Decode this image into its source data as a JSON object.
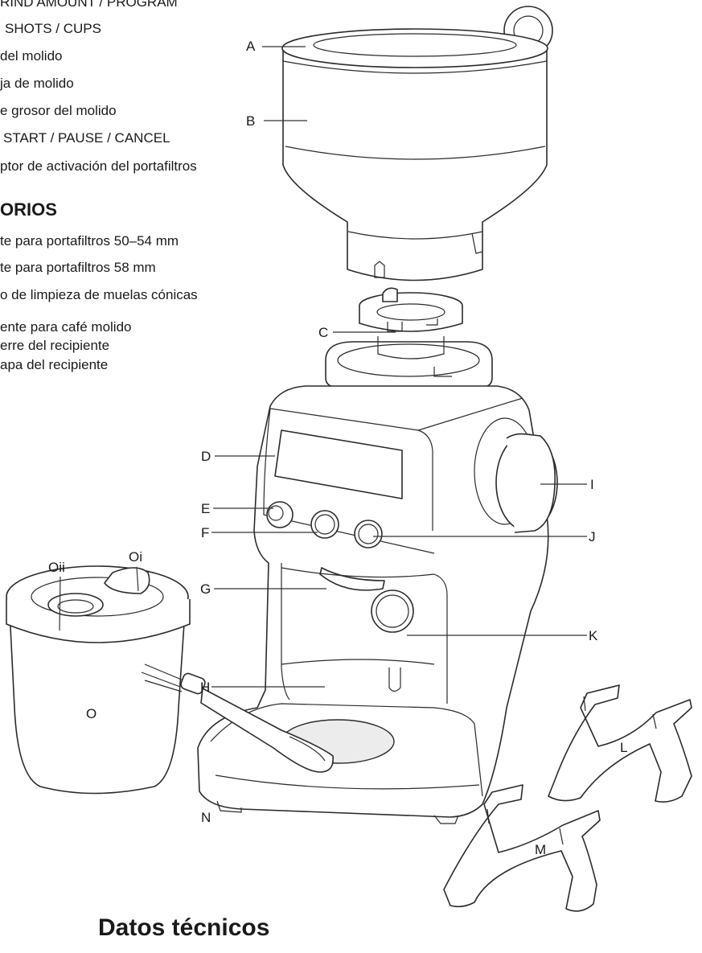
{
  "parts_list": [
    {
      "text": "RIND AMOUNT / PROGRAM"
    },
    {
      "text": "SHOTS / CUPS"
    },
    {
      "text": "del molido"
    },
    {
      "text": "ja de molido"
    },
    {
      "text": "e grosor del molido"
    },
    {
      "text": "START / PAUSE / CANCEL"
    },
    {
      "text": "ptor de activación del portafiltros"
    }
  ],
  "accessories_heading": "ORIOS",
  "accessories_list": [
    {
      "text": "te para portafiltros 50–54 mm"
    },
    {
      "text": "te para portafiltros 58 mm"
    },
    {
      "text": "o de limpieza de muelas cónicas"
    },
    {
      "text": "ente para café molido"
    },
    {
      "text": "erre del recipiente"
    },
    {
      "text": "apa del recipiente"
    }
  ],
  "callouts": {
    "A": "A",
    "B": "B",
    "C": "C",
    "D": "D",
    "E": "E",
    "F": "F",
    "G": "G",
    "H": "H",
    "I": "I",
    "J": "J",
    "K": "K",
    "L": "L",
    "M": "M",
    "N": "N",
    "O": "O",
    "Oi": "Oi",
    "Oii": "Oii"
  },
  "footer_heading": "Datos técnicos"
}
